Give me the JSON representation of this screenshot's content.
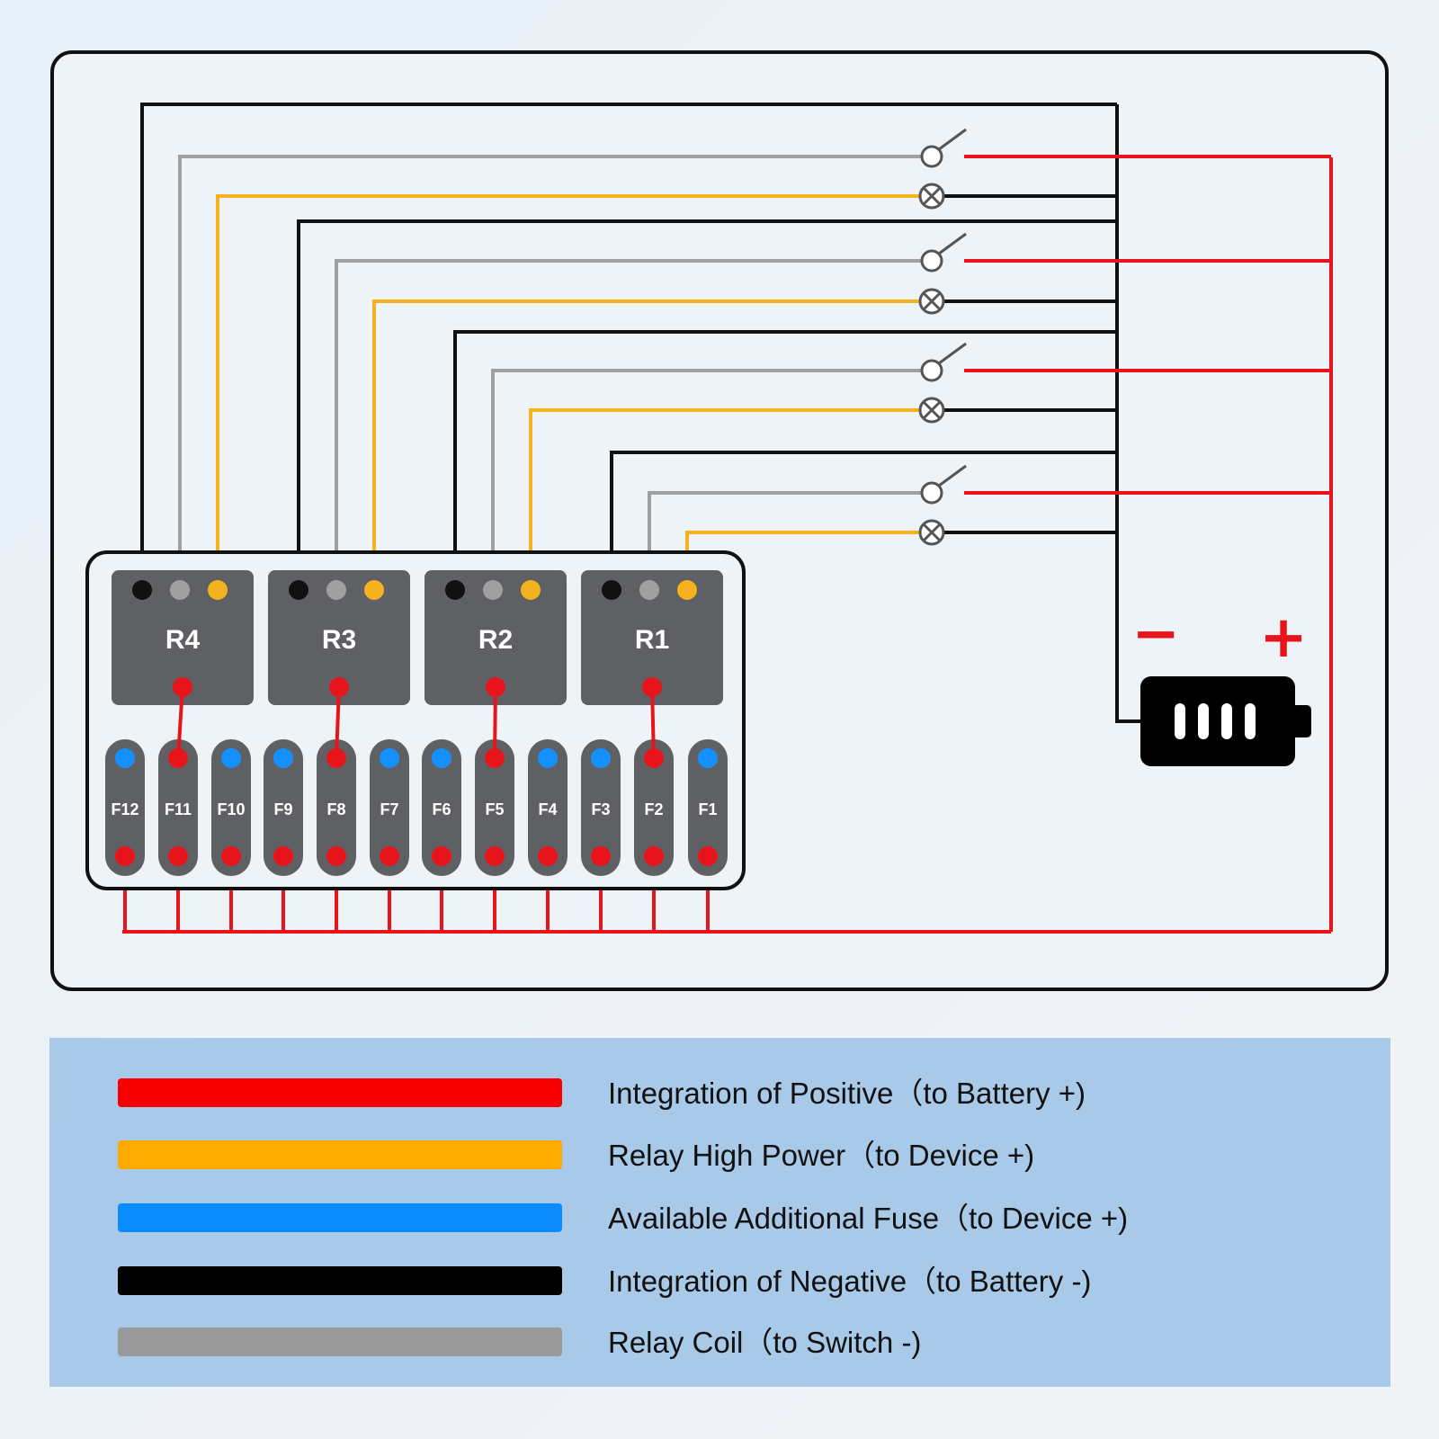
{
  "relays": [
    {
      "id": "r4",
      "label": "R4"
    },
    {
      "id": "r3",
      "label": "R3"
    },
    {
      "id": "r2",
      "label": "R2"
    },
    {
      "id": "r1",
      "label": "R1"
    }
  ],
  "fuses": [
    {
      "id": "f12",
      "label": "F12",
      "top_terminal": "available"
    },
    {
      "id": "f11",
      "label": "F11",
      "top_terminal": "relay"
    },
    {
      "id": "f10",
      "label": "F10",
      "top_terminal": "available"
    },
    {
      "id": "f9",
      "label": "F9",
      "top_terminal": "available"
    },
    {
      "id": "f8",
      "label": "F8",
      "top_terminal": "relay"
    },
    {
      "id": "f7",
      "label": "F7",
      "top_terminal": "available"
    },
    {
      "id": "f6",
      "label": "F6",
      "top_terminal": "available"
    },
    {
      "id": "f5",
      "label": "F5",
      "top_terminal": "relay"
    },
    {
      "id": "f4",
      "label": "F4",
      "top_terminal": "available"
    },
    {
      "id": "f3",
      "label": "F3",
      "top_terminal": "available"
    },
    {
      "id": "f2",
      "label": "F2",
      "top_terminal": "relay"
    },
    {
      "id": "f1",
      "label": "F1",
      "top_terminal": "available"
    }
  ],
  "battery": {
    "minus_sign": "−",
    "plus_sign": "+"
  },
  "legend": [
    {
      "id": "positive",
      "color": "#f70000",
      "text": "Integration of Positive（to Battery +)"
    },
    {
      "id": "relay-high-power",
      "color": "#ffaa00",
      "text": "Relay High Power（to Device +)"
    },
    {
      "id": "available-fuse",
      "color": "#0a8cff",
      "text": "Available Additional Fuse（to Device +)"
    },
    {
      "id": "negative",
      "color": "#000000",
      "text": "Integration of Negative（to Battery -)"
    },
    {
      "id": "relay-coil",
      "color": "#9a9a9a",
      "text": "Relay Coil（to Switch -)"
    }
  ],
  "colors": {
    "positive": "#e8141c",
    "negative": "#111111",
    "coil": "#a0a0a0",
    "high_power": "#f5b21c",
    "available": "#1591ff",
    "relay_body": "#5f6063",
    "fuse_body": "#5f6063",
    "legend_bg": "#a9c9e8"
  }
}
